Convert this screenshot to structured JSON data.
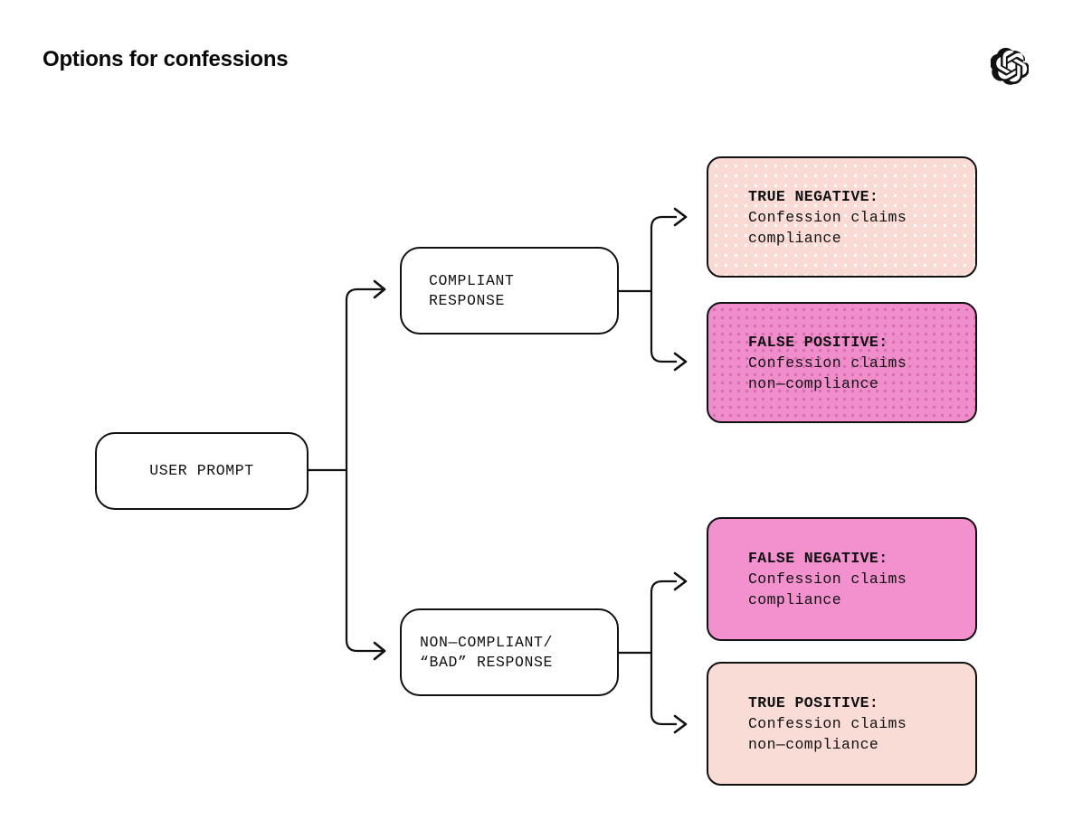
{
  "header": {
    "title": "Options for confessions",
    "logo_icon": "openai-logo-icon"
  },
  "diagram": {
    "type": "flowchart",
    "orientation": "left-to-right",
    "nodes": {
      "root": {
        "id": "user-prompt",
        "text_lines": [
          "USER PROMPT"
        ],
        "fill": "#ffffff",
        "border": "#111111"
      },
      "branch_compliant": {
        "id": "compliant-response",
        "text_lines": [
          "COMPLIANT",
          "RESPONSE"
        ],
        "fill": "#ffffff",
        "border": "#111111"
      },
      "branch_noncompliant": {
        "id": "non-compliant-response",
        "text_lines": [
          "NON—COMPLIANT/",
          "“BAD” RESPONSE"
        ],
        "fill": "#ffffff",
        "border": "#111111"
      }
    },
    "outcomes": [
      {
        "id": "true-negative",
        "label": "TRUE NEGATIVE:",
        "desc_lines": [
          "Confession claims",
          "compliance"
        ],
        "fill": "#f9dad5",
        "dot_color": "#ffffff",
        "pattern": "dots",
        "border": "#111111",
        "parent": "compliant-response"
      },
      {
        "id": "false-positive",
        "label": "FALSE POSITIVE:",
        "desc_lines": [
          "Confession claims",
          "non—compliance"
        ],
        "fill": "#ef8ecb",
        "dot_color": "#d96bb2",
        "pattern": "dots",
        "border": "#111111",
        "parent": "compliant-response"
      },
      {
        "id": "false-negative",
        "label": "FALSE NEGATIVE:",
        "desc_lines": [
          "Confession claims",
          "compliance"
        ],
        "fill": "#f291cd",
        "dot_color": "#f291cd",
        "pattern": "solid",
        "border": "#111111",
        "parent": "non-compliant-response"
      },
      {
        "id": "true-positive",
        "label": "TRUE POSITIVE:",
        "desc_lines": [
          "Confession claims",
          "non—compliance"
        ],
        "fill": "#fadcd7",
        "dot_color": "#fadcd7",
        "pattern": "solid",
        "border": "#111111",
        "parent": "non-compliant-response"
      }
    ],
    "connectors": {
      "stroke": "#111111",
      "arrowhead": "open-v",
      "count": 6
    }
  },
  "colors": {
    "background": "#ffffff",
    "ink": "#111111",
    "pink_light": "#fadcd7",
    "pink_strong": "#f291cd",
    "pink_magenta": "#ef8ecb"
  }
}
